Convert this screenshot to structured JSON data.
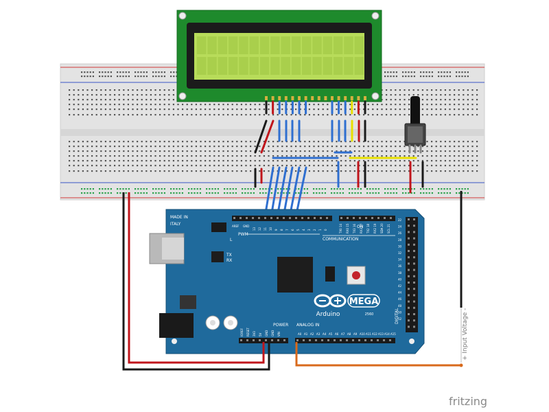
{
  "board": {
    "made_in": "MADE IN",
    "country": "ITALY",
    "brand": "Arduino",
    "model": "MEGA",
    "model_version": "2560",
    "pwm_label": "PWM",
    "communication_label": "COMMUNICATION",
    "power_label": "POWER",
    "analog_in_label": "ANALOG IN",
    "digital_label": "DIGITAL",
    "tx_label": "TX",
    "rx_label": "RX",
    "l_label": "L",
    "on_label": "ON",
    "aref_label": "AREF",
    "gnd_label": "GND",
    "pin_labels_top": [
      "13",
      "12",
      "11",
      "10",
      "9",
      "8",
      "7",
      "6",
      "5",
      "4",
      "3",
      "2",
      "1",
      "0"
    ],
    "comm_labels": [
      "TX0 14",
      "RX0 15",
      "TX3 16",
      "RX3 17",
      "TX2 18",
      "RX2 19",
      "SDA 20",
      "SCL 21"
    ],
    "power_pins": [
      "IOREF",
      "RESET",
      "3V3",
      "5V",
      "GND",
      "GND",
      "VIN"
    ],
    "analog_pins": [
      "A0",
      "A1",
      "A2",
      "A3",
      "A4",
      "A5",
      "A6",
      "A7",
      "A8",
      "A9",
      "A10",
      "A11",
      "A12",
      "A13",
      "A14",
      "A15"
    ],
    "digital_header_labels": [
      "22",
      "24",
      "26",
      "28",
      "30",
      "32",
      "34",
      "36",
      "38",
      "40",
      "42",
      "44",
      "46",
      "48",
      "50",
      "52"
    ]
  },
  "annotations": {
    "input_voltage": "+ Input Voltage -",
    "watermark": "fritzing"
  },
  "colors": {
    "board": "#1f6a9c",
    "lcd_pcb": "#1e8a2c",
    "lcd_screen": "#b8dc5a",
    "breadboard": "#e3e3e3",
    "wire_red": "#c0151b",
    "wire_black": "#1a1a1a",
    "wire_blue": "#2f6fd0",
    "wire_yellow": "#e8e000",
    "wire_orange": "#d86a1c",
    "rail_red": "#d23a3a",
    "rail_blue": "#3a55c6"
  }
}
